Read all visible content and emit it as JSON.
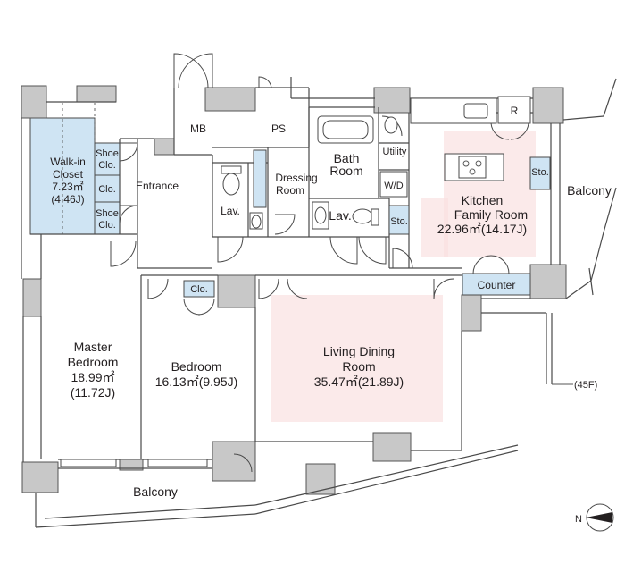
{
  "rooms": {
    "walk_in_closet": {
      "name_1": "Walk-in",
      "name_2": "Closet",
      "area_m2": "7.23㎡",
      "area_j": "(4.46J)"
    },
    "shoe_closet_top": {
      "line_1": "Shoe",
      "line_2": "Clo."
    },
    "closet_mid": "Clo.",
    "shoe_closet_bottom": {
      "line_1": "Shoe",
      "line_2": "Clo."
    },
    "entrance": "Entrance",
    "mb": "MB",
    "ps": "PS",
    "bath": {
      "line_1": "Bath",
      "line_2": "Room"
    },
    "utility": "Utility",
    "wd": "W/D",
    "dressing": {
      "line_1": "Dressing",
      "line_2": "Room"
    },
    "lav_left": "Lav.",
    "lav_right": "Lav.",
    "storage_right": "Sto.",
    "storage_kitchen": "Sto.",
    "refrigerator": "R",
    "kitchen": {
      "line_1": "Kitchen",
      "line_2": "Family Room",
      "area": "22.96㎡(14.17J)"
    },
    "balcony_right": "Balcony",
    "counter": "Counter",
    "closet_bedroom": "Clo.",
    "master_bedroom": {
      "line_1": "Master",
      "line_2": "Bedroom",
      "area_m2": "18.99㎡",
      "area_j": "(11.72J)"
    },
    "bedroom": {
      "name": "Bedroom",
      "area": "16.13㎡(9.95J)"
    },
    "living": {
      "line_1": "Living Dining",
      "line_2": "Room",
      "area": "35.47㎡(21.89J)"
    },
    "balcony_bottom": "Balcony"
  },
  "floor_label": "(45F)",
  "compass": {
    "letter": "N",
    "icon": "north-arrow-icon"
  },
  "colors": {
    "closet_fill": "#cfe4f3",
    "highlight_fill": "#f9dede",
    "wall_fill": "#c8c8c8"
  }
}
